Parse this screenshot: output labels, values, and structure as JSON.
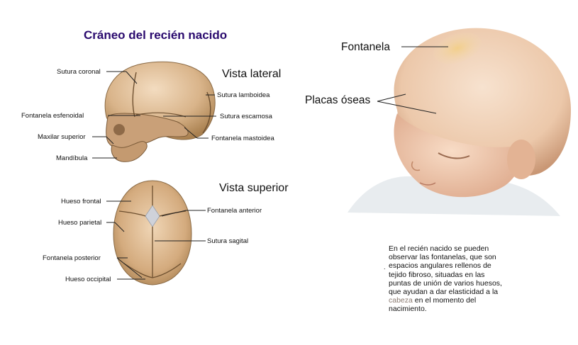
{
  "title": "Cráneo del recién nacido",
  "views": {
    "lateral": {
      "title": "Vista lateral",
      "labels": {
        "sutura_coronal": "Sutura coronal",
        "fontanela_esfenoidal": "Fontanela esfenoidal",
        "maxilar_superior": "Maxilar superior",
        "mandibula": "Mandíbula",
        "sutura_lamboidea": "Sutura lamboidea",
        "sutura_escamosa": "Sutura escamosa",
        "fontanela_mastoidea": "Fontanela mastoidea"
      }
    },
    "superior": {
      "title": "Vista superior",
      "labels": {
        "hueso_frontal": "Hueso frontal",
        "hueso_parietal": "Hueso parietal",
        "fontanela_posterior": "Fontanela posterior",
        "hueso_occipital": "Hueso occipital",
        "fontanela_anterior": "Fontanela anterior",
        "sutura_sagital": "Sutura sagital"
      }
    }
  },
  "baby": {
    "labels": {
      "fontanela": "Fontanela",
      "placas_oseas": "Placas óseas"
    }
  },
  "note": {
    "part1": "En el recién nacido se pueden observar las fontanelas, que son espacios angulares rellenos de tejido fibroso, situadas en las puntas de unión de varios huesos, que ayudan a dar elasticidad a la ",
    "highlight": "cabeza",
    "part2": " en el momento del nacimiento."
  },
  "colors": {
    "title": "#2a0a6e",
    "bone": "#d9b48a",
    "skin": "#f0d2b8",
    "highlight": "#8a7a70"
  }
}
